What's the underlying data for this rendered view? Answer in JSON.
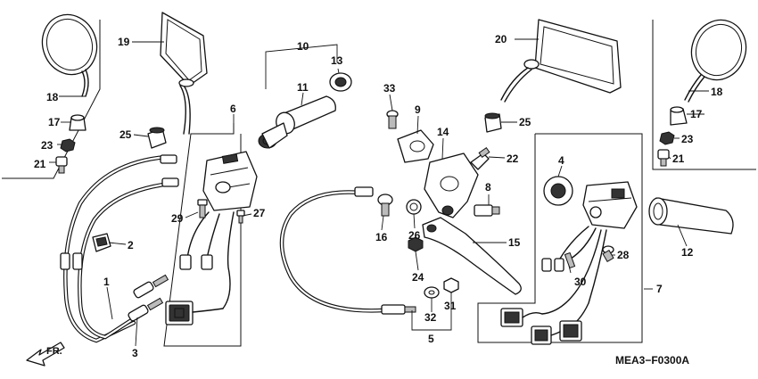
{
  "diagram": {
    "code": "MEA3−F0300A",
    "direction_label": "FR.",
    "callouts": [
      {
        "id": "p1",
        "label": "1"
      },
      {
        "id": "p2",
        "label": "2"
      },
      {
        "id": "p3",
        "label": "3"
      },
      {
        "id": "p4",
        "label": "4"
      },
      {
        "id": "p5",
        "label": "5"
      },
      {
        "id": "p6",
        "label": "6"
      },
      {
        "id": "p7",
        "label": "7"
      },
      {
        "id": "p8",
        "label": "8"
      },
      {
        "id": "p9",
        "label": "9"
      },
      {
        "id": "p10",
        "label": "10"
      },
      {
        "id": "p11",
        "label": "11"
      },
      {
        "id": "p12",
        "label": "12"
      },
      {
        "id": "p13",
        "label": "13"
      },
      {
        "id": "p14",
        "label": "14"
      },
      {
        "id": "p15",
        "label": "15"
      },
      {
        "id": "p16",
        "label": "16"
      },
      {
        "id": "p17a",
        "label": "17"
      },
      {
        "id": "p17b",
        "label": "17"
      },
      {
        "id": "p18a",
        "label": "18"
      },
      {
        "id": "p18b",
        "label": "18"
      },
      {
        "id": "p19",
        "label": "19"
      },
      {
        "id": "p20",
        "label": "20"
      },
      {
        "id": "p21a",
        "label": "21"
      },
      {
        "id": "p21b",
        "label": "21"
      },
      {
        "id": "p22",
        "label": "22"
      },
      {
        "id": "p23a",
        "label": "23"
      },
      {
        "id": "p23b",
        "label": "23"
      },
      {
        "id": "p24",
        "label": "24"
      },
      {
        "id": "p25a",
        "label": "25"
      },
      {
        "id": "p25b",
        "label": "25"
      },
      {
        "id": "p26",
        "label": "26"
      },
      {
        "id": "p27",
        "label": "27"
      },
      {
        "id": "p28",
        "label": "28"
      },
      {
        "id": "p29",
        "label": "29"
      },
      {
        "id": "p30",
        "label": "30"
      },
      {
        "id": "p31",
        "label": "31"
      },
      {
        "id": "p32",
        "label": "32"
      },
      {
        "id": "p33",
        "label": "33"
      }
    ]
  }
}
